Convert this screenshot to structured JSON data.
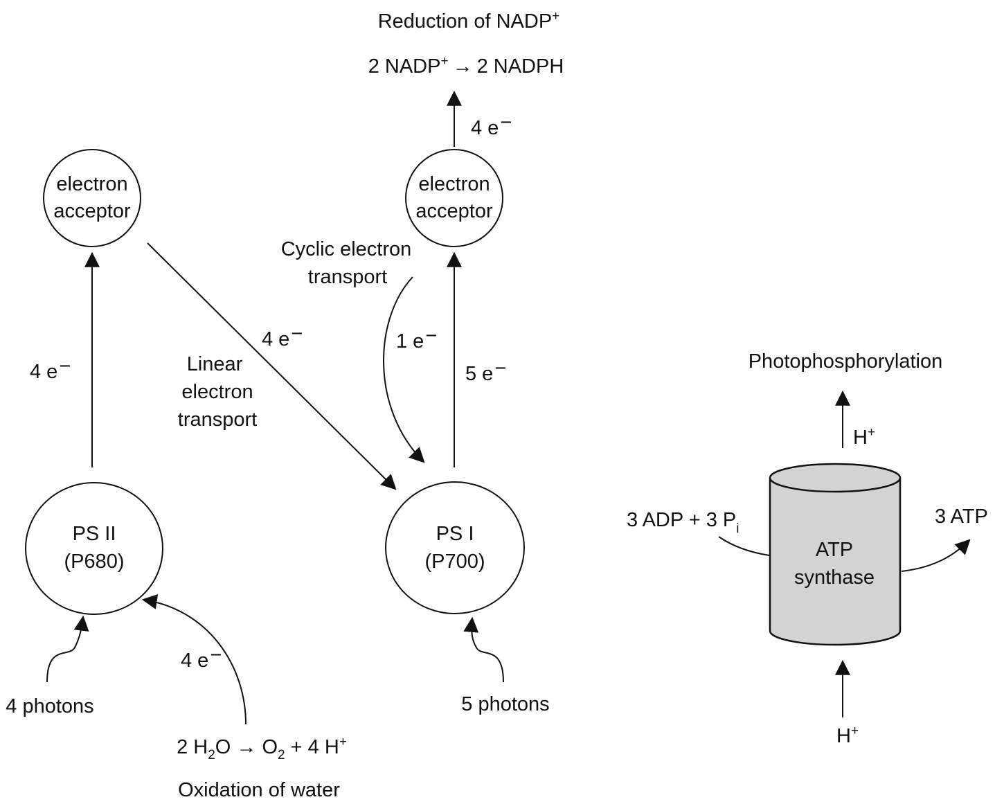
{
  "reduction": {
    "title": "Reduction of NADP",
    "title_sup": "+",
    "eq_a": "2 NADP",
    "eq_a_sup": "+",
    "eq_arrow": "→",
    "eq_b": "2 NADPH"
  },
  "acceptor_left": {
    "line1": "electron",
    "line2": "acceptor"
  },
  "acceptor_right": {
    "line1": "electron",
    "line2": "acceptor"
  },
  "ps2": {
    "line1": "PS II",
    "line2": "(P680)"
  },
  "ps1": {
    "line1": "PS I",
    "line2": "(P700)"
  },
  "electrons": {
    "ps2_to_acceptor": "4 e",
    "linear": "4 e",
    "cyclic": "1 e",
    "ps1_to_acceptor": "5 e",
    "to_nadp": "4 e",
    "water": "4 e",
    "minus": "−"
  },
  "linear_label": {
    "line1": "Linear",
    "line2": "electron",
    "line3": "transport"
  },
  "cyclic_label": {
    "line1": "Cyclic electron",
    "line2": "transport"
  },
  "photons_ps2": "4 photons",
  "photons_ps1": "5 photons",
  "water_eq": {
    "a": "2 H",
    "a_sub": "2",
    "b": "O ",
    "arrow": "→",
    "c": " O",
    "c_sub": "2",
    "d": " + 4 H",
    "d_sup": "+"
  },
  "water_title": "Oxidation of water",
  "atp": {
    "title": "Photophosphorylation",
    "h_out": "H",
    "h_out_sup": "+",
    "h_in": "H",
    "h_in_sup": "+",
    "substrate": "3 ADP + 3 P",
    "substrate_sub": "i",
    "product": "3 ATP",
    "synthase_line1": "ATP",
    "synthase_line2": "synthase",
    "synthase_fill": "#d3d3d3"
  }
}
